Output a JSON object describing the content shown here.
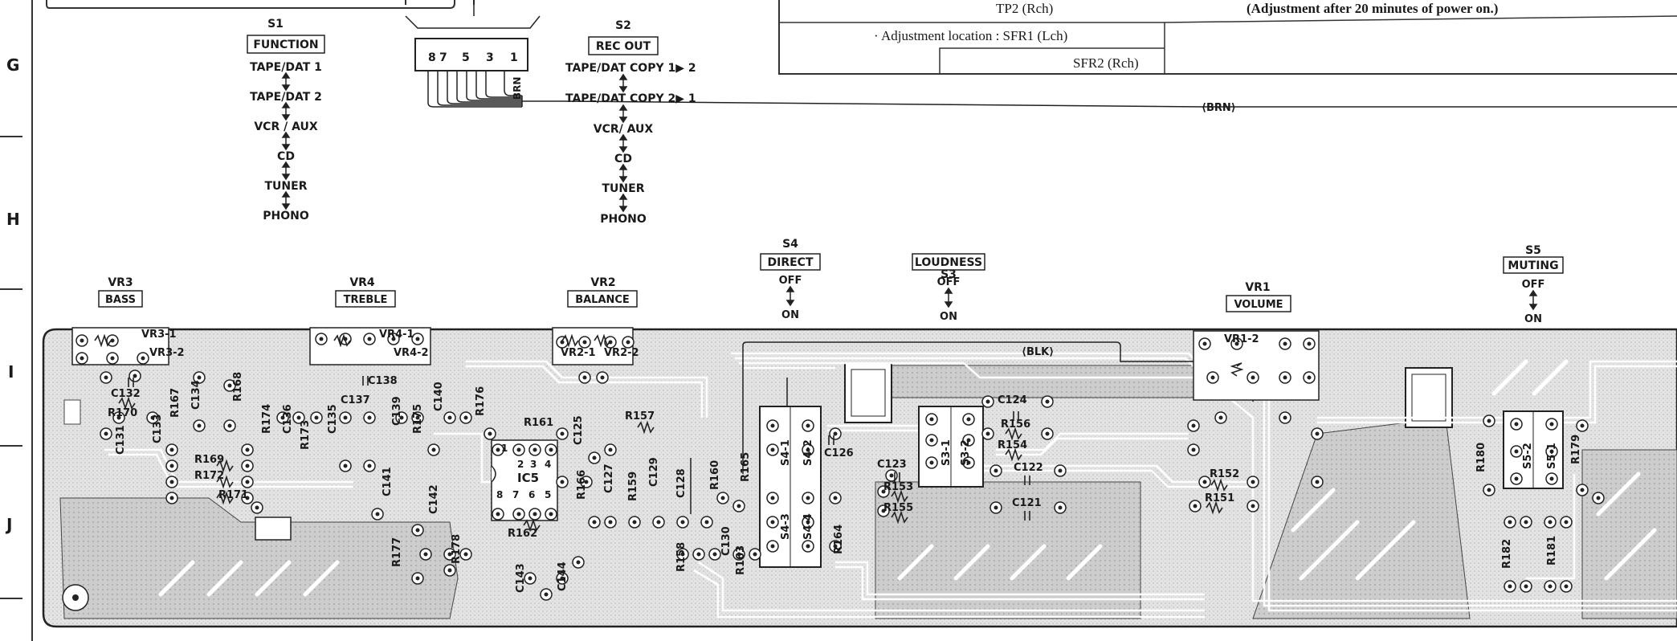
{
  "grid_rows": [
    "G",
    "H",
    "I",
    "J"
  ],
  "adjust_box": {
    "tp2_line": "TP2 (Rch)",
    "adjust_note": "(Adjustment after 20 minutes of power on.)",
    "location_label": "· Adjustment location : SFR1 (Lch)",
    "sfr2_line": "SFR2 (Rch)"
  },
  "switch_s1": {
    "id": "S1",
    "name": "FUNCTION",
    "positions": [
      "TAPE/DAT 1",
      "TAPE/DAT 2",
      "VCR / AUX",
      "CD",
      "TUNER",
      "PHONO"
    ]
  },
  "switch_s2": {
    "id": "S2",
    "name": "REC OUT",
    "positions": [
      "TAPE/DAT COPY 1▶ 2",
      "TAPE/DAT COPY 2▶ 1",
      "VCR/ AUX",
      "CD",
      "TUNER",
      "PHONO"
    ]
  },
  "connector": {
    "pins": [
      "8",
      "7",
      "5",
      "3",
      "1"
    ],
    "wire": "BRN"
  },
  "brn_tag": "⟨BRN⟩",
  "blk_tag": "⟨BLK⟩",
  "switch_s4": {
    "id": "S4",
    "name": "DIRECT",
    "off": "OFF",
    "on": "ON"
  },
  "switch_s3": {
    "id": "S3",
    "name": "LOUDNESS",
    "off": "OFF",
    "on": "ON"
  },
  "switch_s5": {
    "id": "S5",
    "name": "MUTING",
    "off": "OFF",
    "on": "ON"
  },
  "vr3": {
    "id": "VR3",
    "name": "BASS",
    "a": "VR3-1",
    "b": "VR3-2"
  },
  "vr4": {
    "id": "VR4",
    "name": "TREBLE",
    "a": "VR4-1",
    "b": "VR4-2"
  },
  "vr2": {
    "id": "VR2",
    "name": "BALANCE",
    "a": "VR2-1",
    "b": "VR2-2"
  },
  "vr1": {
    "id": "VR1",
    "name": "VOLUME",
    "a": "VR1-2"
  },
  "ic5": {
    "id": "IC5",
    "pins": [
      "1",
      "2",
      "3",
      "4",
      "8",
      "7",
      "6",
      "5"
    ]
  },
  "switch_parts": {
    "s4": [
      "S4-1",
      "S4-2",
      "S4-3",
      "S4-4"
    ],
    "s3": [
      "S3-1",
      "S3-2"
    ],
    "s5": [
      "S5-2",
      "S5-1"
    ]
  },
  "components": {
    "c132": "C132",
    "r170": "R170",
    "r167": "R167",
    "c134": "C134",
    "r168": "R168",
    "c131": "C131",
    "c133": "C133",
    "r169": "R169",
    "r172": "R172",
    "r171": "R171",
    "r174": "R174",
    "c136": "C136",
    "r173": "R173",
    "c135": "C135",
    "c138": "C138",
    "c137": "C137",
    "c139": "C139",
    "r175": "R175",
    "c140": "C140",
    "r176": "R176",
    "c141": "C141",
    "c142": "C142",
    "r177": "R177",
    "r178": "R178",
    "r161": "R161",
    "r162": "R162",
    "c125": "C125",
    "r157": "R157",
    "r166": "R166",
    "c127": "C127",
    "r159": "R159",
    "c129": "C129",
    "c128": "C128",
    "r160": "R160",
    "r165": "R165",
    "c143": "C143",
    "c144": "C144",
    "r158": "R158",
    "r163": "R163",
    "c130": "C130",
    "r164": "R164",
    "c126": "C126",
    "c124": "C124",
    "r156": "R156",
    "r154": "R154",
    "c123": "C123",
    "c122": "C122",
    "r153": "R153",
    "r155": "R155",
    "c121": "C121",
    "r152": "R152",
    "r151": "R151",
    "r180": "R180",
    "r179": "R179",
    "r182": "R182",
    "r181": "R181"
  }
}
